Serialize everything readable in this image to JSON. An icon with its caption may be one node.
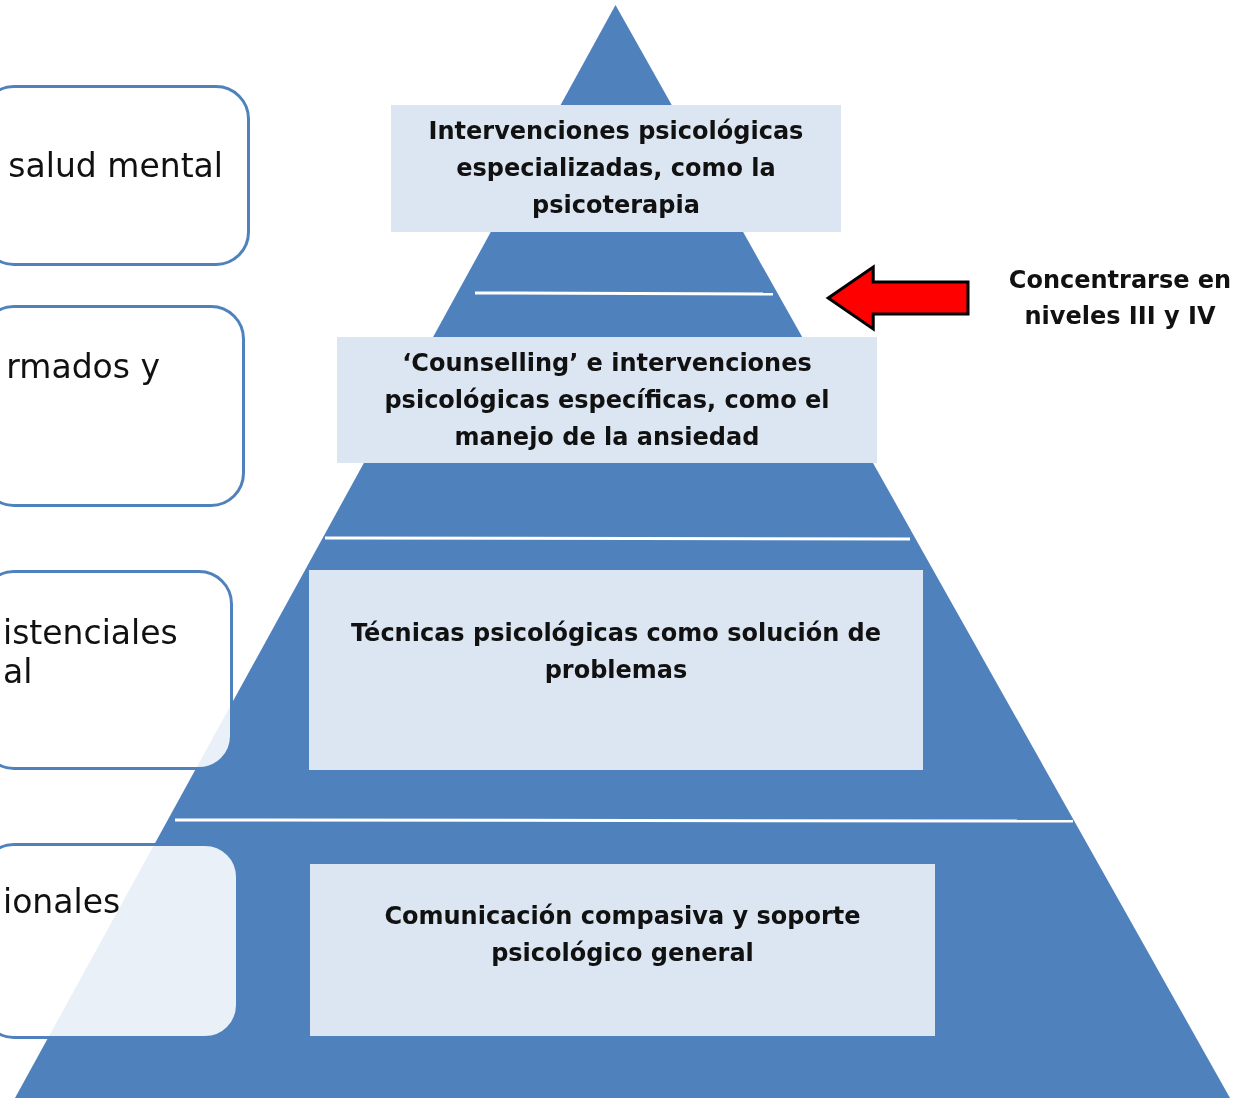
{
  "diagram": {
    "nodes": [
      {
        "text": [],
        "shape": "triangle"
      },
      {
        "text": [
          "Intervenciones psicológicas especializadas, como la psicoterapia"
        ],
        "in": 0
      },
      {
        "text": [
          "‘Counselling’ e intervenciones psicológicas específicas, como el manejo de la ansiedad"
        ],
        "in": 0
      },
      {
        "text": [
          "Técnicas psicológicas como solución de problemas"
        ],
        "in": 0
      },
      {
        "text": [
          "Comunicación compasiva y soporte psicológico general"
        ],
        "in": 0
      },
      {
        "text": [
          "salud mental"
        ]
      },
      {
        "text": [
          "rmados y"
        ]
      },
      {
        "text": [
          "istenciales al"
        ]
      },
      {
        "text": [
          "ionales"
        ]
      },
      {
        "text": [
          "Concentrarse en niveles III y IV"
        ]
      }
    ],
    "edges": [
      {
        "from": 9,
        "to": 0,
        "arrow": "to",
        "color": "#ff0000"
      }
    ]
  }
}
